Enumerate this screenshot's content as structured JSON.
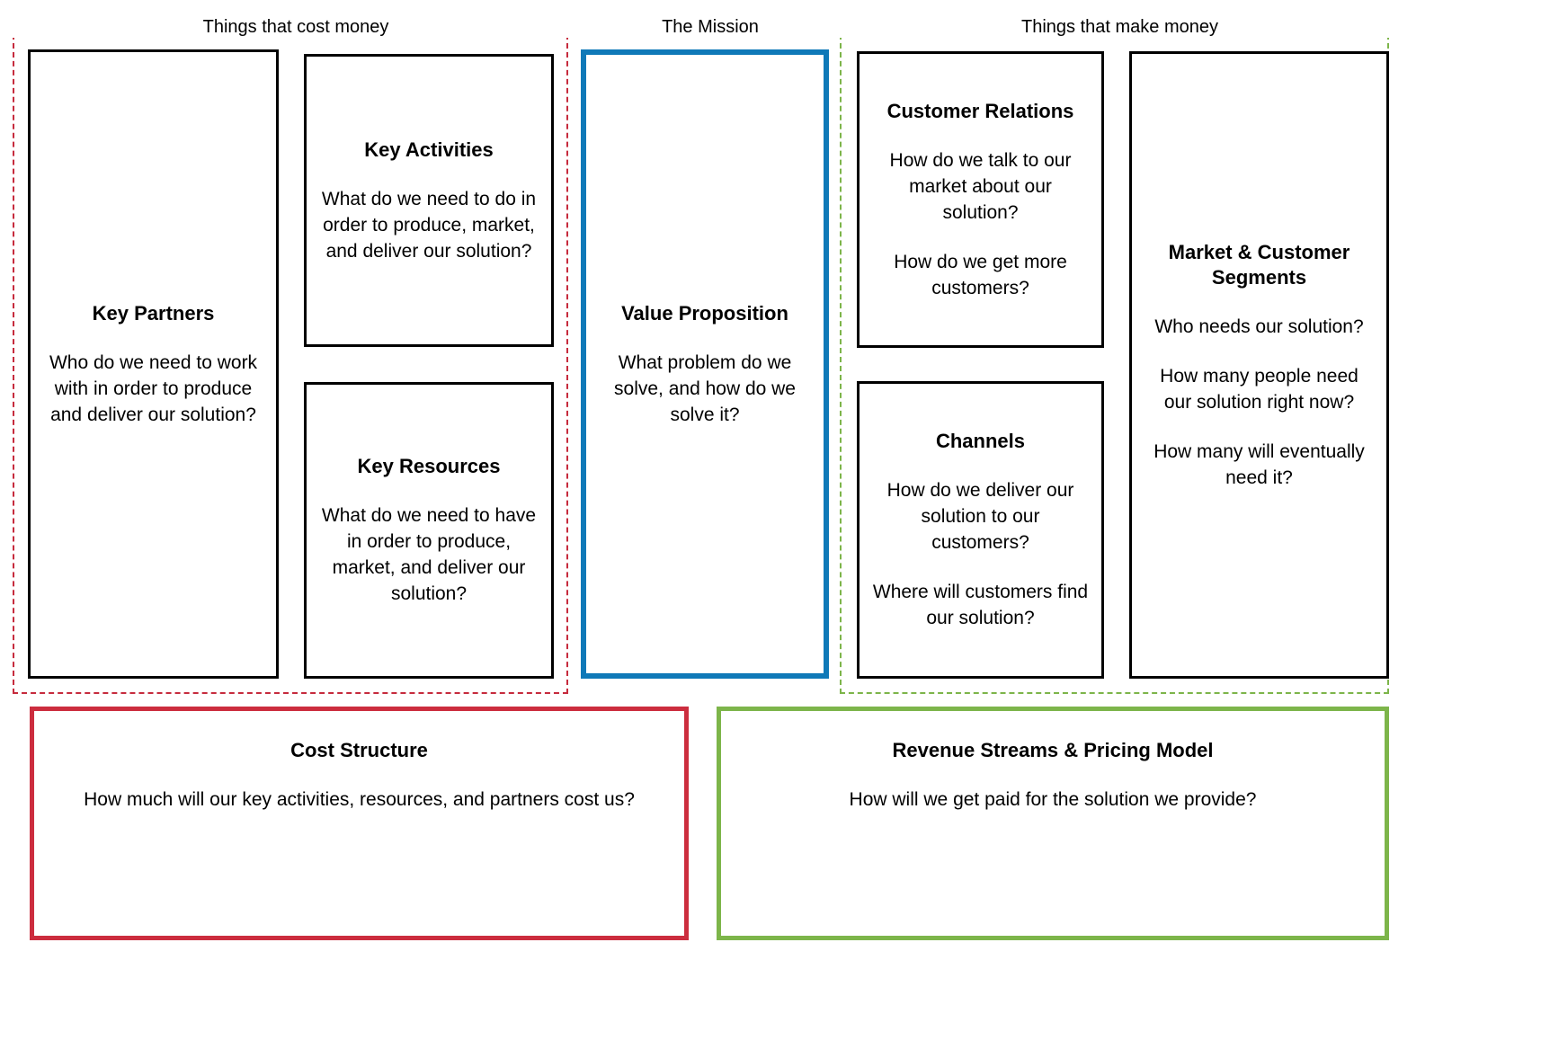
{
  "bands": {
    "cost": {
      "label": "Things that cost money",
      "color": "#c62b3d"
    },
    "mission": {
      "label": "The Mission",
      "color": "#0f79b8"
    },
    "make": {
      "label": "Things that make money",
      "color": "#7db54a"
    }
  },
  "cells": {
    "key_partners": {
      "title": "Key Partners",
      "body": [
        "Who do we need to work with in order to produce and deliver our solution?"
      ]
    },
    "key_activities": {
      "title": "Key Activities",
      "body": [
        "What do we need to do in order to produce, market, and deliver our solution?"
      ]
    },
    "key_resources": {
      "title": "Key Resources",
      "body": [
        "What do we need to have in order to produce, market, and deliver our solution?"
      ]
    },
    "value_proposition": {
      "title": "Value Proposition",
      "body": [
        "What problem do we solve, and how do we solve it?"
      ]
    },
    "customer_relations": {
      "title": "Customer Relations",
      "body": [
        "How do we talk to our market about our solution?",
        "How do we get more customers?"
      ]
    },
    "channels": {
      "title": "Channels",
      "body": [
        "How do we deliver our solution to our customers?",
        "Where will customers find our solution?"
      ]
    },
    "market_segments": {
      "title": "Market & Customer Segments",
      "body": [
        "Who needs our solution?",
        "How many people need our solution right now?",
        "How many will eventually need it?"
      ]
    },
    "cost_structure": {
      "title": "Cost Structure",
      "body": [
        "How much will our key activities, resources, and partners cost us?"
      ]
    },
    "revenue_streams": {
      "title": "Revenue Streams & Pricing Model",
      "body": [
        "How will we get paid for the solution we provide?"
      ]
    }
  },
  "colors": {
    "cell_border": "#000000",
    "mission_border": "#0f79b8",
    "cost_border": "#cc2d3e",
    "revenue_border": "#7db54a",
    "cost_group_dash": "#c62b3d",
    "make_group_dash": "#7db54a",
    "background": "#ffffff",
    "text": "#000000"
  }
}
